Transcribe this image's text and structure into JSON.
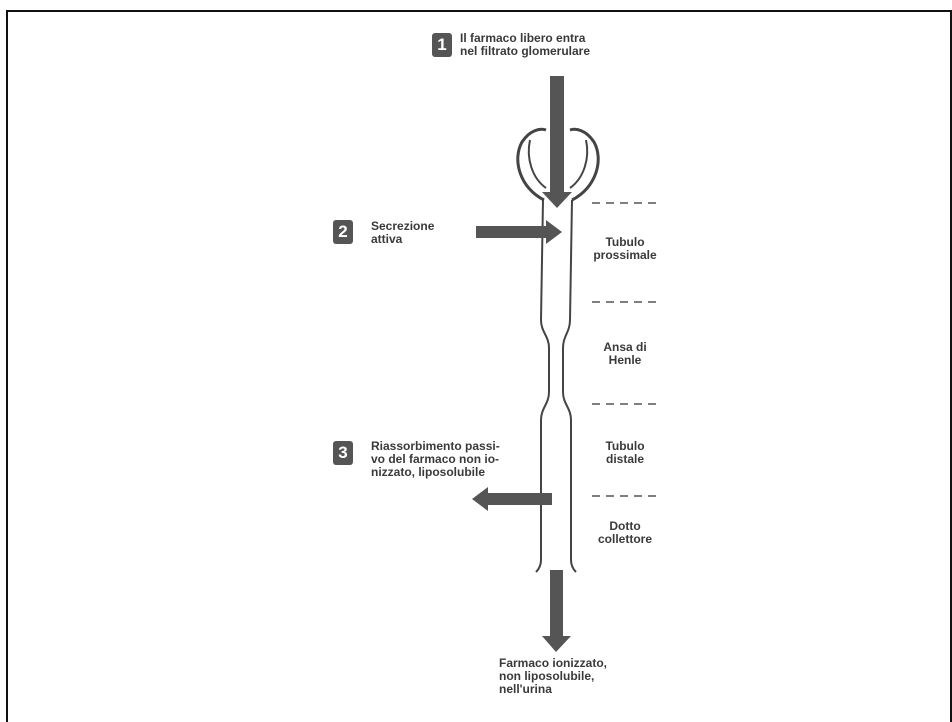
{
  "steps": [
    {
      "number": "1",
      "text": "Il farmaco libero entra\nnel filtrato glomerulare"
    },
    {
      "number": "2",
      "text": "Secrezione\nattiva"
    },
    {
      "number": "3",
      "text": "Riassorbimento passi-\nvo del farmaco non io-\nnizzato, liposolubile"
    }
  ],
  "segments": [
    {
      "label": "Tubulo\nprossimale"
    },
    {
      "label": "Ansa di\nHenle"
    },
    {
      "label": "Tubulo\ndistale"
    },
    {
      "label": "Dotto\ncollettore"
    }
  ],
  "output": "Farmaco ionizzato,\nnon liposolubile,\nnell'urina",
  "colors": {
    "ink": "#555555",
    "text": "#3a3a3a"
  }
}
